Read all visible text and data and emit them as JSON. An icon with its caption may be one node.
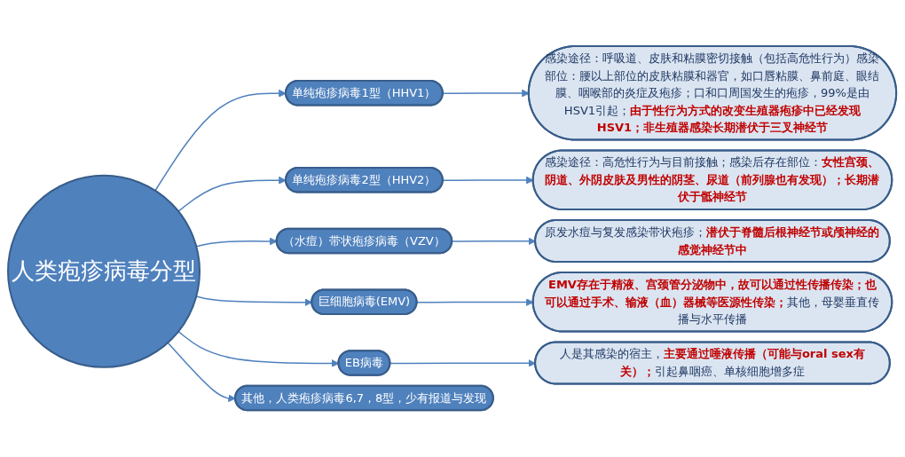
{
  "diagram": {
    "nodes": [
      {
        "text": [
          "人类疱疹病毒分型"
        ]
      },
      {
        "text": [
          "单纯疱疹病毒1型（HHV1）"
        ]
      },
      {
        "text": [
          "感染途径：呼吸道、皮肤和粘膜密切接触（包括高危性行为）感染部位：腰以上部位的皮肤粘膜和器官，如口唇粘膜、鼻前庭、眼结膜、咽喉部的炎症及疱疹；口和口周国发生的疱疹，99%是由HSV1引起；**由于性行为方式的改变生殖器疱疹中已经发现HSV1；非生殖器感染长期潜伏于三叉神经节**"
        ]
      },
      {
        "text": [
          "单纯疱疹病毒2型（HHV2）"
        ]
      },
      {
        "text": [
          "感染途径：高危性行为与目前接触；感染后存在部位：**女性宫颈、阴道、外阴皮肤及男性的阴茎、尿道（前列腺也有发现）；长期潜伏于骶神经节**"
        ]
      },
      {
        "text": [
          "（水痘）带状疱疹病毒（VZV）"
        ]
      },
      {
        "text": [
          "原发水痘与复发感染带状疱疹；**潜伏于脊髓后根神经节或颅神经的感觉神经节中**"
        ]
      },
      {
        "text": [
          "巨细胞病毒(EMV)"
        ]
      },
      {
        "text": [
          "**EMV存在于精液、宫颈管分泌物中，故可以通过性传播传染；也可以通过手术、输液（血）器械等医源性传染；**其他，母婴垂直传播与水平传播"
        ]
      },
      {
        "text": [
          "EB病毒"
        ]
      },
      {
        "text": [
          "人是其感染的宿主，**主要通过唾液传播（可能与oral sex有关）；**引起鼻咽癌、单核细胞增多症"
        ]
      },
      {
        "text": [
          "其他，人类疱疹病毒6,7，8型，少有报道与发现"
        ]
      }
    ],
    "edges": [
      {
        "from": 0,
        "to": 1,
        "arrow": "to"
      },
      {
        "from": 0,
        "to": 3,
        "arrow": "to"
      },
      {
        "from": 0,
        "to": 5,
        "arrow": "to"
      },
      {
        "from": 0,
        "to": 7,
        "arrow": "to"
      },
      {
        "from": 0,
        "to": 9,
        "arrow": "to"
      },
      {
        "from": 0,
        "to": 11,
        "arrow": "to"
      },
      {
        "from": 1,
        "to": 2,
        "arrow": "to"
      },
      {
        "from": 3,
        "to": 4,
        "arrow": "to"
      },
      {
        "from": 5,
        "to": 6,
        "arrow": "to"
      },
      {
        "from": 7,
        "to": 8,
        "arrow": "to"
      },
      {
        "from": 9,
        "to": 10,
        "arrow": "to"
      }
    ]
  }
}
